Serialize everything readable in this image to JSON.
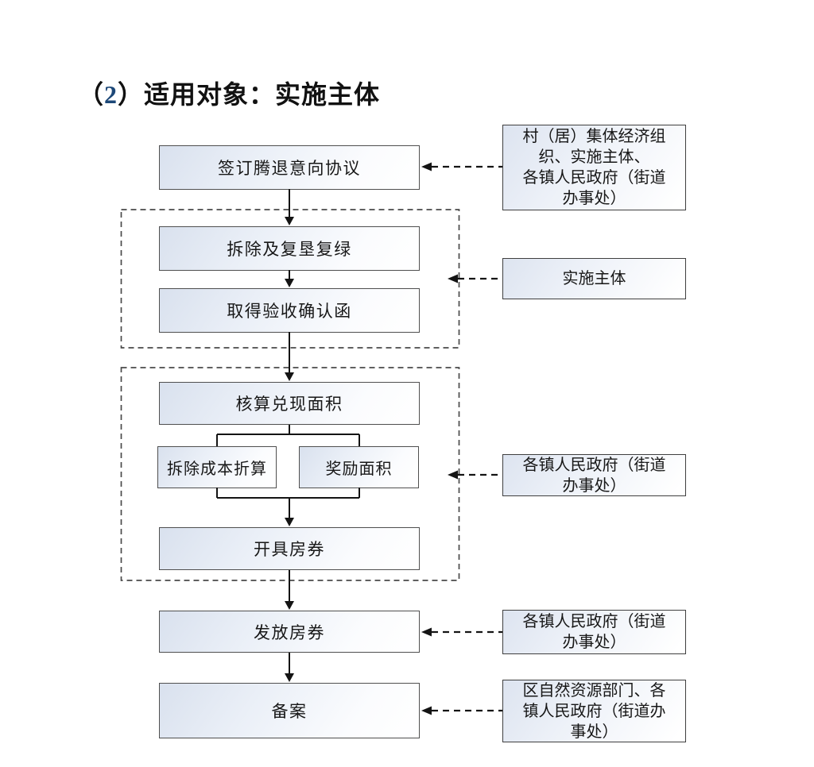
{
  "title": {
    "open": "（",
    "number": "2",
    "close": "）",
    "text": "适用对象：实施主体"
  },
  "flowchart": {
    "steps": [
      {
        "label": "签订腾退意向协议"
      },
      {
        "label": "拆除及复垦复绿"
      },
      {
        "label": "取得验收确认函"
      },
      {
        "label": "核算兑现面积"
      },
      {
        "label": "拆除成本折算"
      },
      {
        "label": "奖励面积"
      },
      {
        "label": "开具房券"
      },
      {
        "label": "发放房券"
      },
      {
        "label": "备案"
      }
    ],
    "annotations": [
      {
        "lines": [
          "村（居）集体经济组",
          "织、实施主体、",
          "各镇人民政府（街道",
          "办事处）"
        ]
      },
      {
        "lines": [
          "实施主体"
        ]
      },
      {
        "lines": [
          "各镇人民政府（街道",
          "办事处）"
        ]
      },
      {
        "lines": [
          "各镇人民政府（街道",
          "办事处）"
        ]
      },
      {
        "lines": [
          "区自然资源部门、各",
          "镇人民政府（街道办",
          "事处）"
        ]
      }
    ],
    "colors": {
      "title_number": "#1d4878",
      "box_border": "#4f4f4f",
      "box_fill_top": "#d9e1ee",
      "box_fill_bottom": "#ffffff",
      "line": "#141414",
      "dashed_group_border": "#4a4a4a"
    }
  }
}
